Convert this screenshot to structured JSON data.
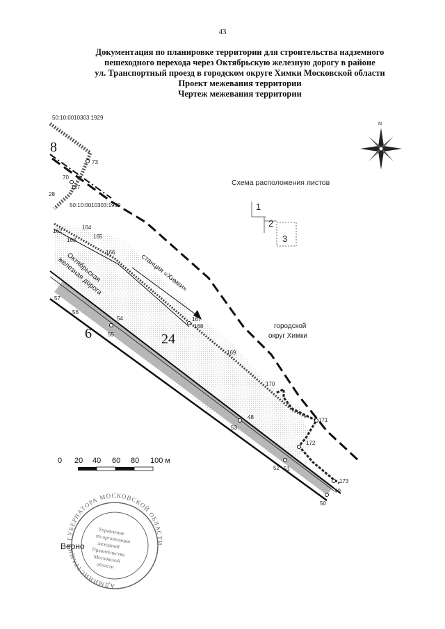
{
  "page_number": "43",
  "title_lines": [
    "Документация по планировке территории для строительства надземного",
    "пешеходного перехода через Октябрьскую железную дорогу в районе",
    "ул. Транспортный проезд в городском округе Химки Московской области",
    "Проект межевания территории",
    "Чертеж межевания территории"
  ],
  "map": {
    "cadastral_1": "50:10:0010303:1929",
    "cadastral_2": "50:10:0010303:1930",
    "zone_8": "8",
    "zone_6": "6",
    "zone_24": "24",
    "rail_label_1": "Октябрьская",
    "rail_label_2": "железная дорога",
    "station_label": "станция «Химки»",
    "district_label_1": "городской",
    "district_label_2": "округ Химки",
    "sheet_scheme_title": "Схема расположения листов",
    "sheet_1": "1",
    "sheet_2": "2",
    "sheet_3": "3",
    "compass_north": "N",
    "points": {
      "p73": "73",
      "p70": "70",
      "p127": "127",
      "p28": "28",
      "p162": "162",
      "p163": "163",
      "p164": "164",
      "p165": "165",
      "p166": "166",
      "p57": "57",
      "p56": "56",
      "p54": "54",
      "p55": "55",
      "p167": "167",
      "p168": "168",
      "p169": "169",
      "p170": "170",
      "p171": "171",
      "p172": "172",
      "p48": "48",
      "p53": "53",
      "p52": "52",
      "p51": "51",
      "p173": "173",
      "p49": "49",
      "p50": "50"
    }
  },
  "scale_bar": {
    "ticks": [
      "0",
      "20",
      "40",
      "60",
      "80",
      "100 м"
    ]
  },
  "stamp": {
    "outer_text": "АДМИНИСТРАЦИЯ ГУБЕРНАТОРА МОСКОВСКОЙ ОБЛАСТИ",
    "inner_lines": [
      "Управление",
      "по организации",
      "заседаний",
      "Правительства",
      "Московской",
      "области"
    ],
    "verno": "Верно"
  }
}
